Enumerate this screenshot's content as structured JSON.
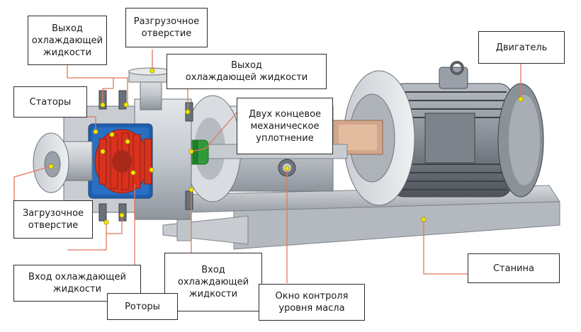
{
  "labels": {
    "coolant_outlet_left": "Выход\nохлаждающей\nжидкости",
    "discharge_port": "Разгрузочное\nотверстие",
    "coolant_outlet_right": "Выход\nохлаждающей жидкости",
    "motor": "Двигатель",
    "stators": "Статоры",
    "mechanical_seal": "Двух концевое\nмеханическое\nуплотнение",
    "feed_port": "Загрузочное\nотверстие",
    "coolant_inlet_left": "Вход охлаждающей\nжидкости",
    "coolant_inlet_center": "Вход\nохлаждающей\nжидкости",
    "rotors": "Роторы",
    "oil_sight_window": "Окно контроля\nуровня масла",
    "base_frame": "Станина"
  },
  "colors": {
    "leader_line": "#e0785a",
    "marker": "#f2e600",
    "stator_blue": "#1f5fb0",
    "rotor_red": "#d8321e",
    "seal_green": "#2f9a3a",
    "metal_light": "#cfd3d8",
    "metal_mid": "#a7adb5",
    "metal_dark": "#5f656d"
  }
}
